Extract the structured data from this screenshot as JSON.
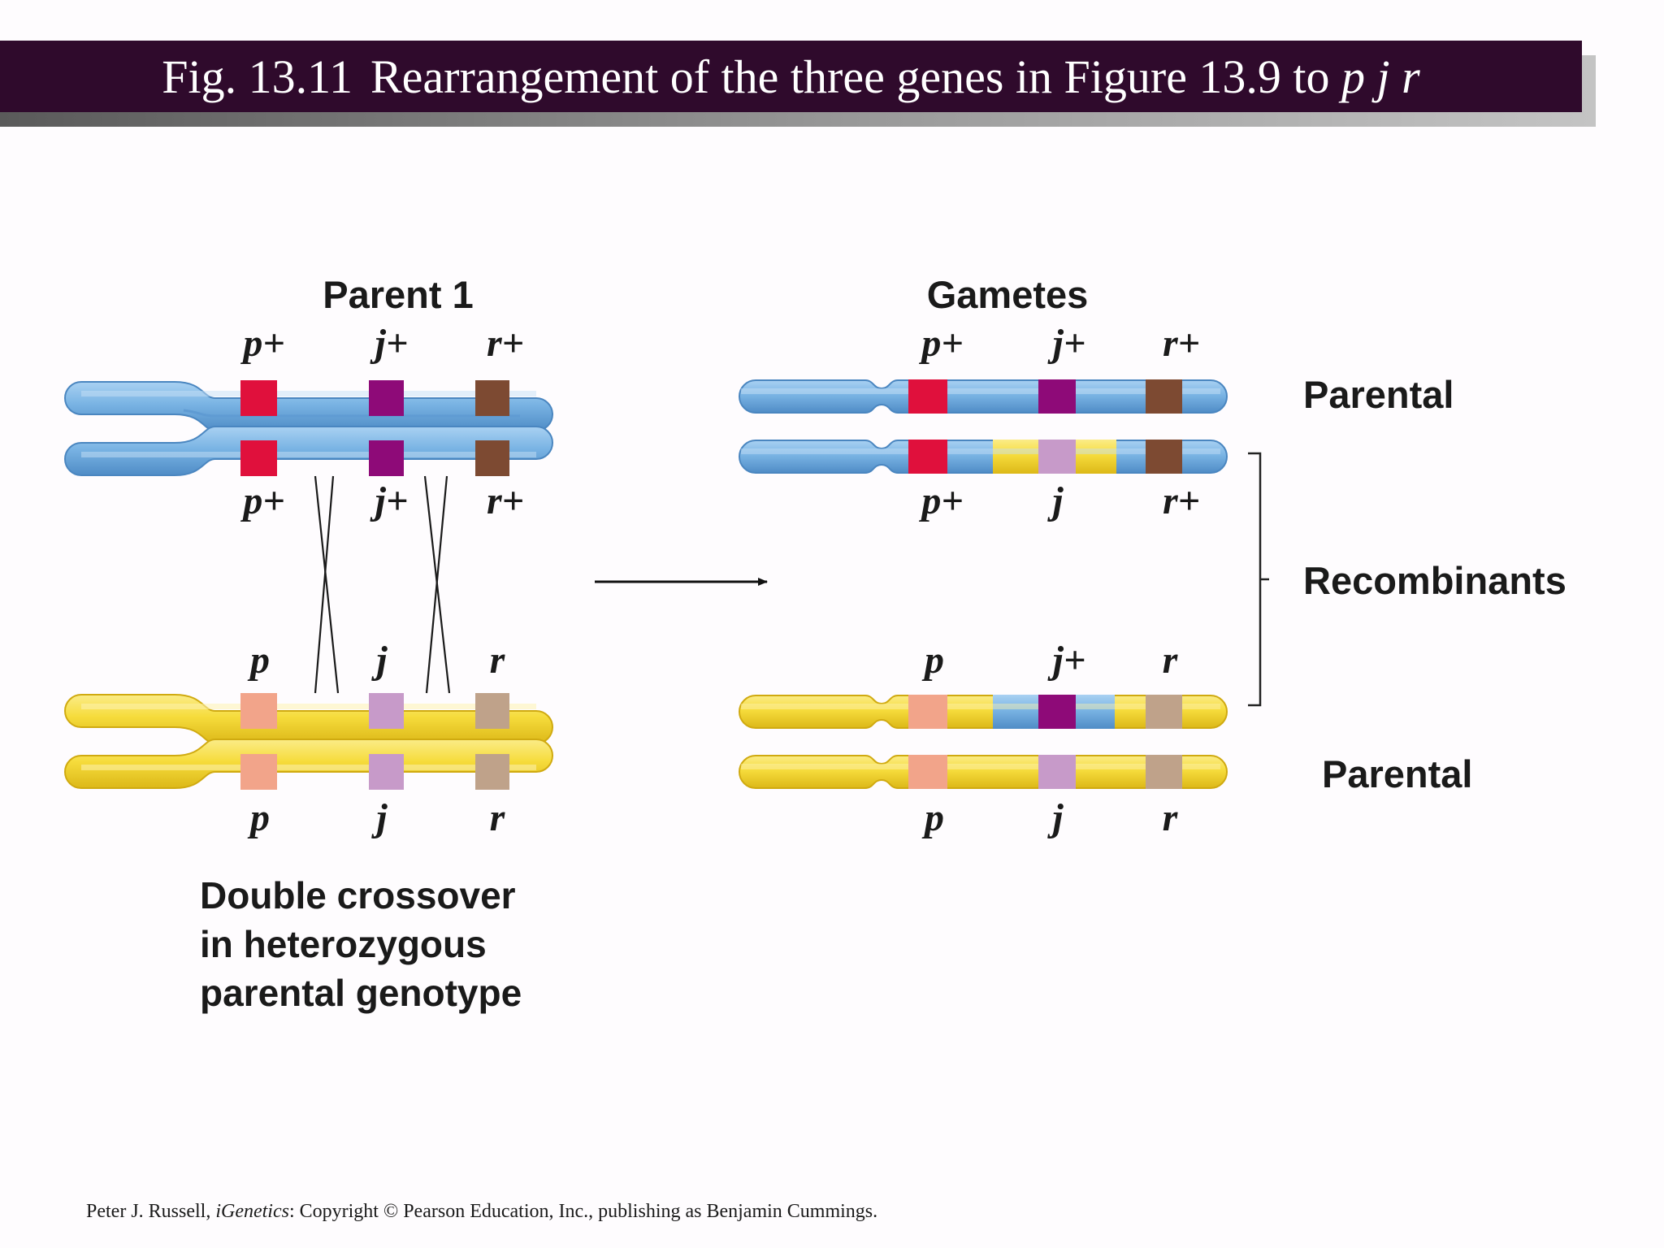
{
  "title": {
    "prefix": "Fig. 13.11",
    "text": "Rearrangement of the three genes in Figure 13.9 to",
    "genes": "p j r"
  },
  "diagram": {
    "parent_title": "Parent 1",
    "gametes_title": "Gametes",
    "parent_alleles": {
      "top_labels": [
        "p+",
        "j+",
        "r+"
      ],
      "middle_labels": [
        "p+",
        "j+",
        "r+"
      ],
      "lower_top_labels": [
        "p",
        "j",
        "r"
      ],
      "bottom_labels": [
        "p",
        "j",
        "r"
      ]
    },
    "gamete_alleles": {
      "row1": [
        "p+",
        "j+",
        "r+"
      ],
      "row2": [
        "p+",
        "j",
        "r+"
      ],
      "row3": [
        "p",
        "j+",
        "r"
      ],
      "row4": [
        "p",
        "j",
        "r"
      ]
    },
    "category_labels": {
      "parental_top": "Parental",
      "recombinants": "Recombinants",
      "parental_bottom": "Parental"
    },
    "caption": [
      "Double crossover",
      "in heterozygous",
      "parental genotype"
    ]
  },
  "colors": {
    "title_bar": "#2f0a2c",
    "blue_chromosome": "#79b2e3",
    "yellow_chromosome": "#f6dc3c",
    "p_plus": "#e0103c",
    "j_plus": "#8e0a78",
    "r_plus": "#7d4a32",
    "p": "#f2a48a",
    "j": "#c79ac9",
    "r": "#bfa28a"
  },
  "footer": {
    "author": "Peter J. Russell, ",
    "book": "iGenetics",
    "rest": ": Copyright © Pearson Education, Inc., publishing as Benjamin Cummings."
  }
}
